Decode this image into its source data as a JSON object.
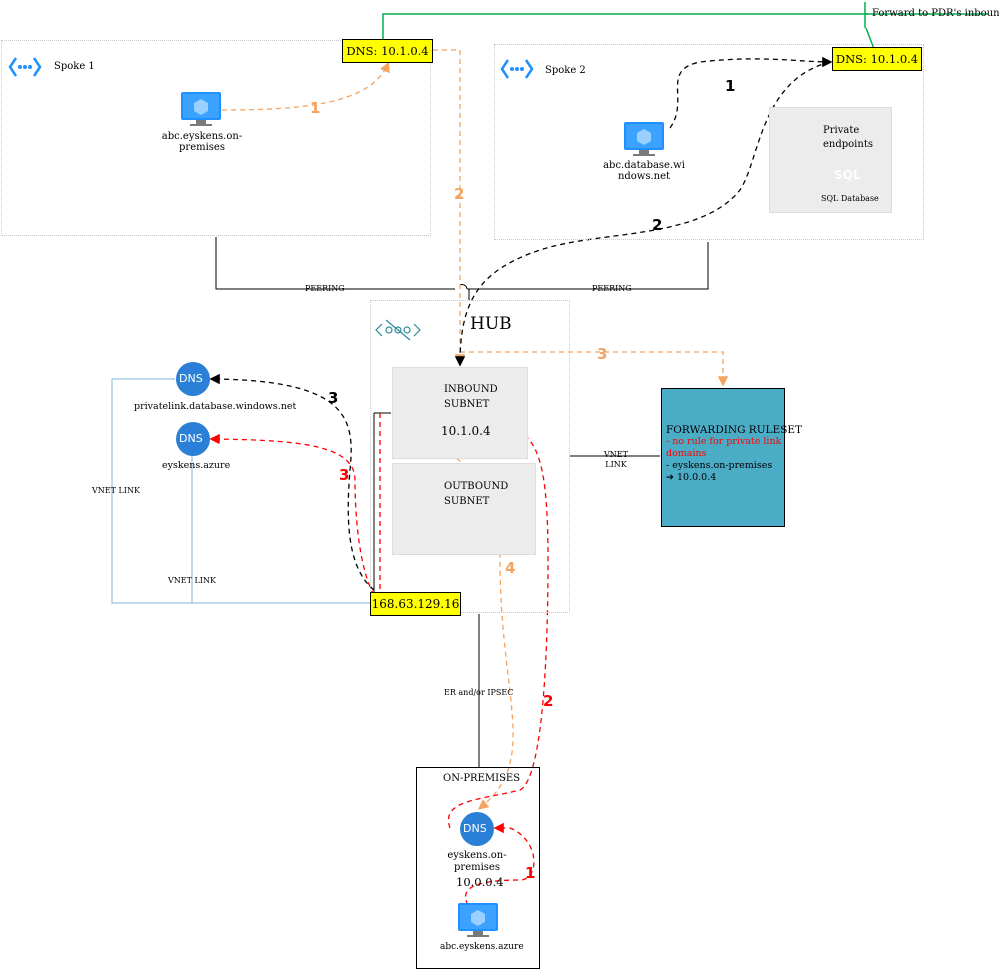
{
  "spoke1": {
    "label": "Spoke 1",
    "vm_label_line1": "abc.eyskens.on-",
    "vm_label_line2": "premises",
    "dns": "DNS: 10.1.0.4"
  },
  "spoke2": {
    "label": "Spoke 2",
    "vm_label_line1": "abc.database.wi",
    "vm_label_line2": "ndows.net",
    "dns": "DNS: 10.1.0.4",
    "pe_label_line1": "Private",
    "pe_label_line2": "endpoints",
    "sql_icon_text": "SQL",
    "sql_label": "SQL Database"
  },
  "callout": "Forward to PDR's inbound",
  "peering": {
    "left": "PEERING",
    "right": "PEERING"
  },
  "hub": {
    "label": "HUB",
    "inbound_line1": "INBOUND",
    "inbound_line2": "SUBNET",
    "inbound_ip": "10.1.0.4",
    "outbound_line1": "OUTBOUND",
    "outbound_line2": "SUBNET",
    "azure_dns_ip": "168.63.129.16"
  },
  "private_zones": {
    "zone1": "privatelink.database.windows.net",
    "zone2": "eyskens.azure",
    "dns_icon_text": "DNS",
    "vnet_link_1": "VNET LINK",
    "vnet_link_2": "VNET LINK"
  },
  "ruleset": {
    "title": "FORWARDING RULESET",
    "line1": "- no rule for private link",
    "line2": "domains",
    "line3": "- eyskens.on-premises",
    "line4": "➔ 10.0.0.4",
    "vnet_link_line1": "VNET",
    "vnet_link_line2": "LINK",
    "color_bg": "#4bacc6",
    "color_red": "#ff0000"
  },
  "onprem": {
    "title": "ON-PREMISES",
    "dns_label_line1": "eyskens.on-",
    "dns_label_line2": "premises",
    "dns_ip": "10.0.0.4",
    "vm_label": "abc.eyskens.azure",
    "link_label": "ER and/or IPSEC"
  },
  "steps": {
    "spoke1_1": "1",
    "spoke1_2": "2",
    "spoke2_1": "1",
    "spoke2_2": "2",
    "orange_3": "3",
    "orange_4": "4",
    "black_3": "3",
    "red_3": "3",
    "red_2": "2",
    "red_1": "1"
  },
  "colors": {
    "orange": "#f4a460",
    "red": "#ff0000",
    "green": "#00b050",
    "yellow": "#ffff00",
    "light_blue": "#7fb7d8"
  }
}
